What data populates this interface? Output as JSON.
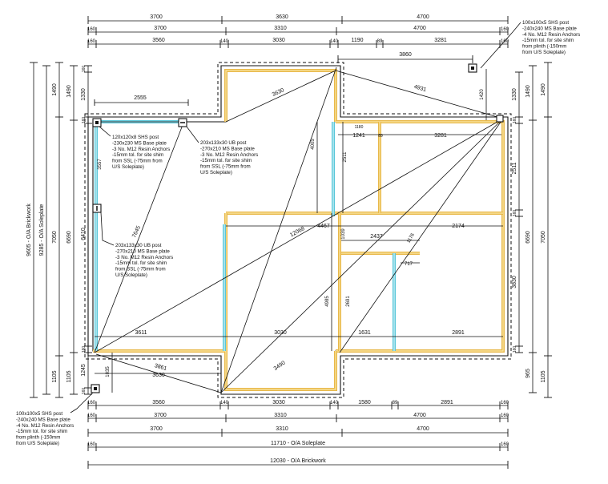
{
  "top_dimensions": {
    "row1": [
      "3700",
      "3630",
      "4700"
    ],
    "row2": [
      "160",
      "3700",
      "3310",
      "4700",
      "160"
    ],
    "row3": [
      "160",
      "3560",
      "140",
      "3030",
      "140",
      "1190",
      "89",
      "3281",
      "160"
    ],
    "row4": "3860"
  },
  "bottom_dimensions": {
    "row1": [
      "160",
      "3560",
      "140",
      "3030",
      "140",
      "1580",
      "89",
      "2891",
      "160"
    ],
    "row2": [
      "160",
      "3700",
      "3310",
      "4700",
      "160"
    ],
    "row3": [
      "3700",
      "3310",
      "4700"
    ],
    "row4": [
      "160",
      "11710 - O/A Soleplate",
      "160"
    ],
    "row5": "12030 - O/A Brickwork"
  },
  "left_dimensions": {
    "outer": "9605 - O/A Brickwork",
    "soleplate": "9285 - O/A Soleplate",
    "col3": [
      "1490",
      "7050",
      "1105"
    ],
    "col4": [
      "1490",
      "6690",
      "1105"
    ],
    "col5": [
      "160",
      "1330",
      "160",
      "6410",
      "160",
      "1245",
      "160"
    ]
  },
  "right_dimensions": {
    "col1": [
      "1490",
      "7050",
      "1105"
    ],
    "col2": [
      "1490",
      "6690",
      "965"
    ],
    "col3": [
      "1330",
      "160",
      "2511",
      "160",
      "3830",
      "160"
    ]
  },
  "inner_dimensions": {
    "d2555": "2555",
    "d1420": "1420",
    "d3630_diag": "3630",
    "d4931": "4931",
    "d1180": "1180",
    "d1241": "1241",
    "d3281": "3281",
    "d89": "89",
    "d4005": "4005",
    "d2511": "2511",
    "d3557": "3557",
    "d4467": "4467",
    "d2174": "2174",
    "d12068": "12068",
    "d10390": "1039",
    "d2437": "2437",
    "d1176": "1176",
    "d717": "717",
    "d4985": "4985",
    "d2691": "2691",
    "d3611": "3611",
    "d3030": "3030",
    "d1631": "1631",
    "d2891": "2891",
    "d7645": "7645",
    "d3861": "3861",
    "d3630b": "3630",
    "d3490": "3490",
    "d1035": "1035"
  },
  "callouts": {
    "top_right": "100x100x5 SHS post\n-240x240 MS Base plate\n-4 No. M12 Resin Anchors\n-15mm tol. for site shim\nfrom plinth (-150mm\nfrom U/S Soleplate)",
    "shs_120": "120x120x8 SHS post\n-230x230 MS Base plate\n-3 No. M12 Resin Anchors\n-15mm tol. for site shim\nfrom SSL (-75mm from\nU/S Soleplate)",
    "ub_top": "203x133x30 UB post\n-270x210 MS Base plate\n-3 No. M12 Resin Anchors\n-15mm tol. for site shim\nfrom SSL (-75mm from\nU/S Soleplate)",
    "ub_left": "203x133x30 UB post\n-270x210 MS Base plate\n-3 No. M12 Resin Anchors\n-15mm tol. for site shim\nfrom SSL (-75mm from\nU/S Soleplate)",
    "bottom_left": "100x100x5 SHS post\n-240x240 MS Base plate\n-4 No. M12 Resin Anchors\n-15mm tol. for site shim\nfrom plinth (-150mm\nfrom U/S Soleplate)"
  },
  "colors": {
    "beam_yellow": "#e8b84a",
    "beam_cyan": "#58c6d9",
    "line": "#111111"
  }
}
